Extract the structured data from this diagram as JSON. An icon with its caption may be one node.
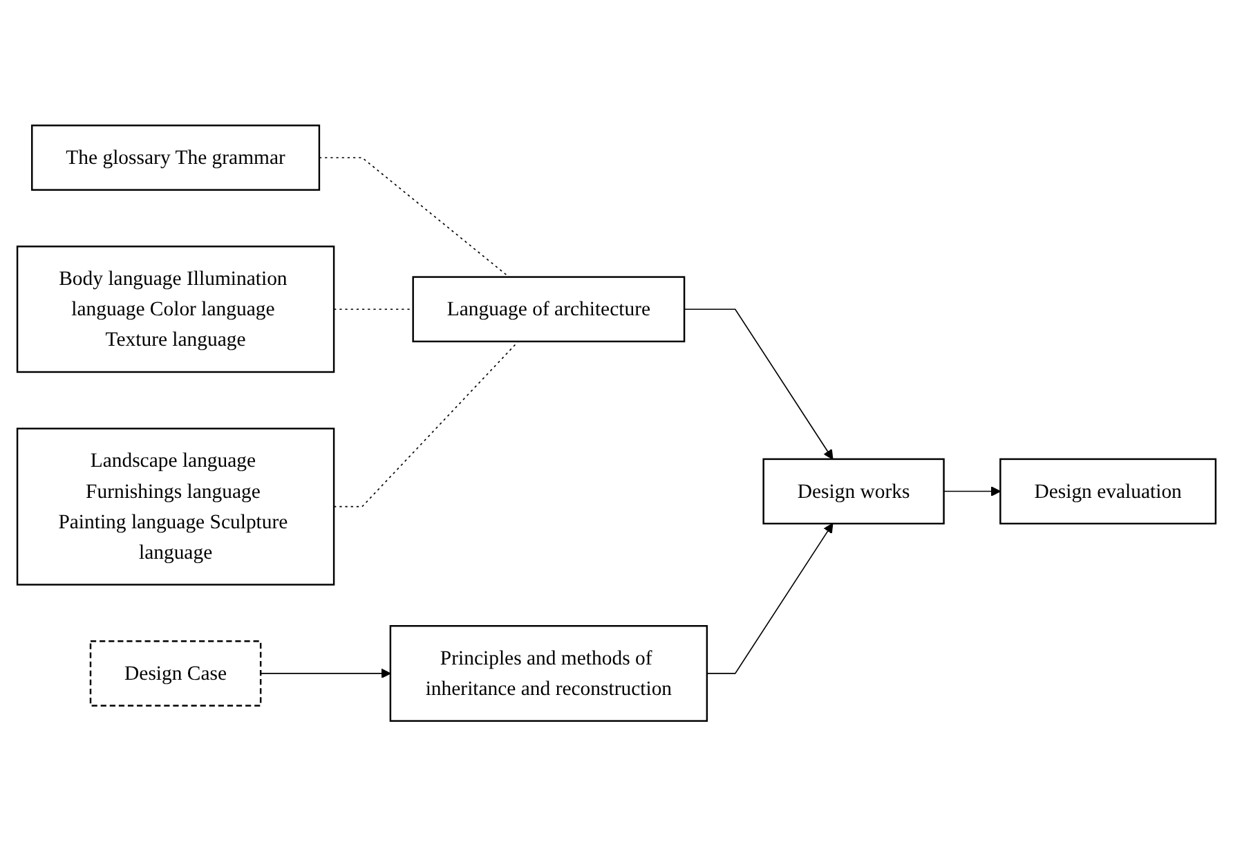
{
  "diagram": {
    "nodes": [
      {
        "text": [
          "The glossary The grammar"
        ]
      },
      {
        "text": [
          "Body language Illumination language Color language Texture language"
        ]
      },
      {
        "text": [
          "Landscape language Furnishings language Painting language Sculpture language"
        ]
      },
      {
        "text": [
          "Language of architecture"
        ]
      },
      {
        "text": [
          "Design Case"
        ]
      },
      {
        "text": [
          "Principles and methods of inheritance and reconstruction"
        ]
      },
      {
        "text": [
          "Design works"
        ]
      },
      {
        "text": [
          "Design evaluation"
        ]
      }
    ],
    "edges": [
      {
        "from": 0,
        "to": 3,
        "arrow": "none",
        "style": "dashed"
      },
      {
        "from": 1,
        "to": 3,
        "arrow": "none",
        "style": "dashed"
      },
      {
        "from": 2,
        "to": 3,
        "arrow": "none",
        "style": "dashed"
      },
      {
        "from": 4,
        "to": 5,
        "arrow": "to"
      },
      {
        "from": 3,
        "to": 6,
        "arrow": "to"
      },
      {
        "from": 5,
        "to": 6,
        "arrow": "to"
      },
      {
        "from": 6,
        "to": 7,
        "arrow": "to"
      }
    ]
  }
}
